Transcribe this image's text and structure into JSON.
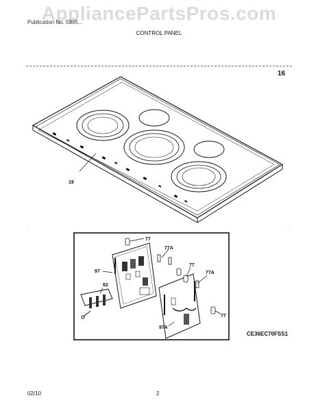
{
  "watermark": "AppliancePartsPros.com",
  "header": {
    "left_text": "Publication No. 5995...",
    "title": "CONTROL PANEL"
  },
  "figure_number": "16",
  "callouts": {
    "c19": "19",
    "c77a": "77",
    "c77b": "77",
    "c77c": "77",
    "c77A_a": "77A",
    "c77A_b": "77A",
    "c97": "97",
    "c97A": "97A",
    "c62": "62"
  },
  "model_number": "CE36EC70FSS1",
  "footer": {
    "date": "02/10",
    "page": "2"
  }
}
